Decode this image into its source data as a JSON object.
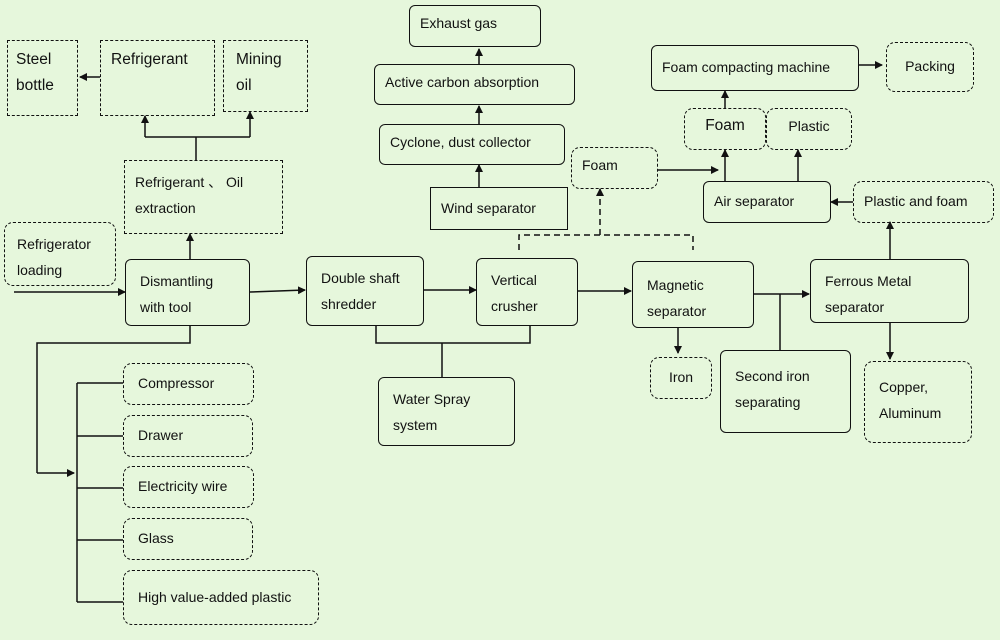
{
  "nodes": {
    "exhaust_gas": "Exhaust gas",
    "active_carbon": "Active carbon absorption",
    "cyclone": "Cyclone, dust collector",
    "wind_separator": "Wind separator",
    "foam_mid": "Foam",
    "foam_compacting": "Foam compacting machine",
    "packing": "Packing",
    "foam_right": "Foam",
    "plastic": "Plastic",
    "air_separator": "Air separator",
    "plastic_and_foam": "Plastic and foam",
    "steel_bottle": "Steel bottle",
    "refrigerant": "Refrigerant",
    "mining_oil": "Mining oil",
    "refrigerant_oil_extraction": "Refrigerant 、 Oil extraction",
    "refrigerator_loading": "Refrigerator loading",
    "dismantling": "Dismantling with tool",
    "double_shaft": "Double shaft shredder",
    "vertical_crusher": "Vertical crusher",
    "magnetic_separator": "Magnetic separator",
    "ferrous_metal_separator": "Ferrous Metal separator",
    "iron": "Iron",
    "second_iron": "Second iron separating",
    "copper_aluminum": "Copper, Aluminum",
    "water_spray": "Water Spray system",
    "compressor": "Compressor",
    "drawer": "Drawer",
    "electricity_wire": "Electricity wire",
    "glass": "Glass",
    "high_value_plastic": "High value-added plastic"
  },
  "colors": {
    "background": "#e6f7dc",
    "stroke": "#111111"
  }
}
